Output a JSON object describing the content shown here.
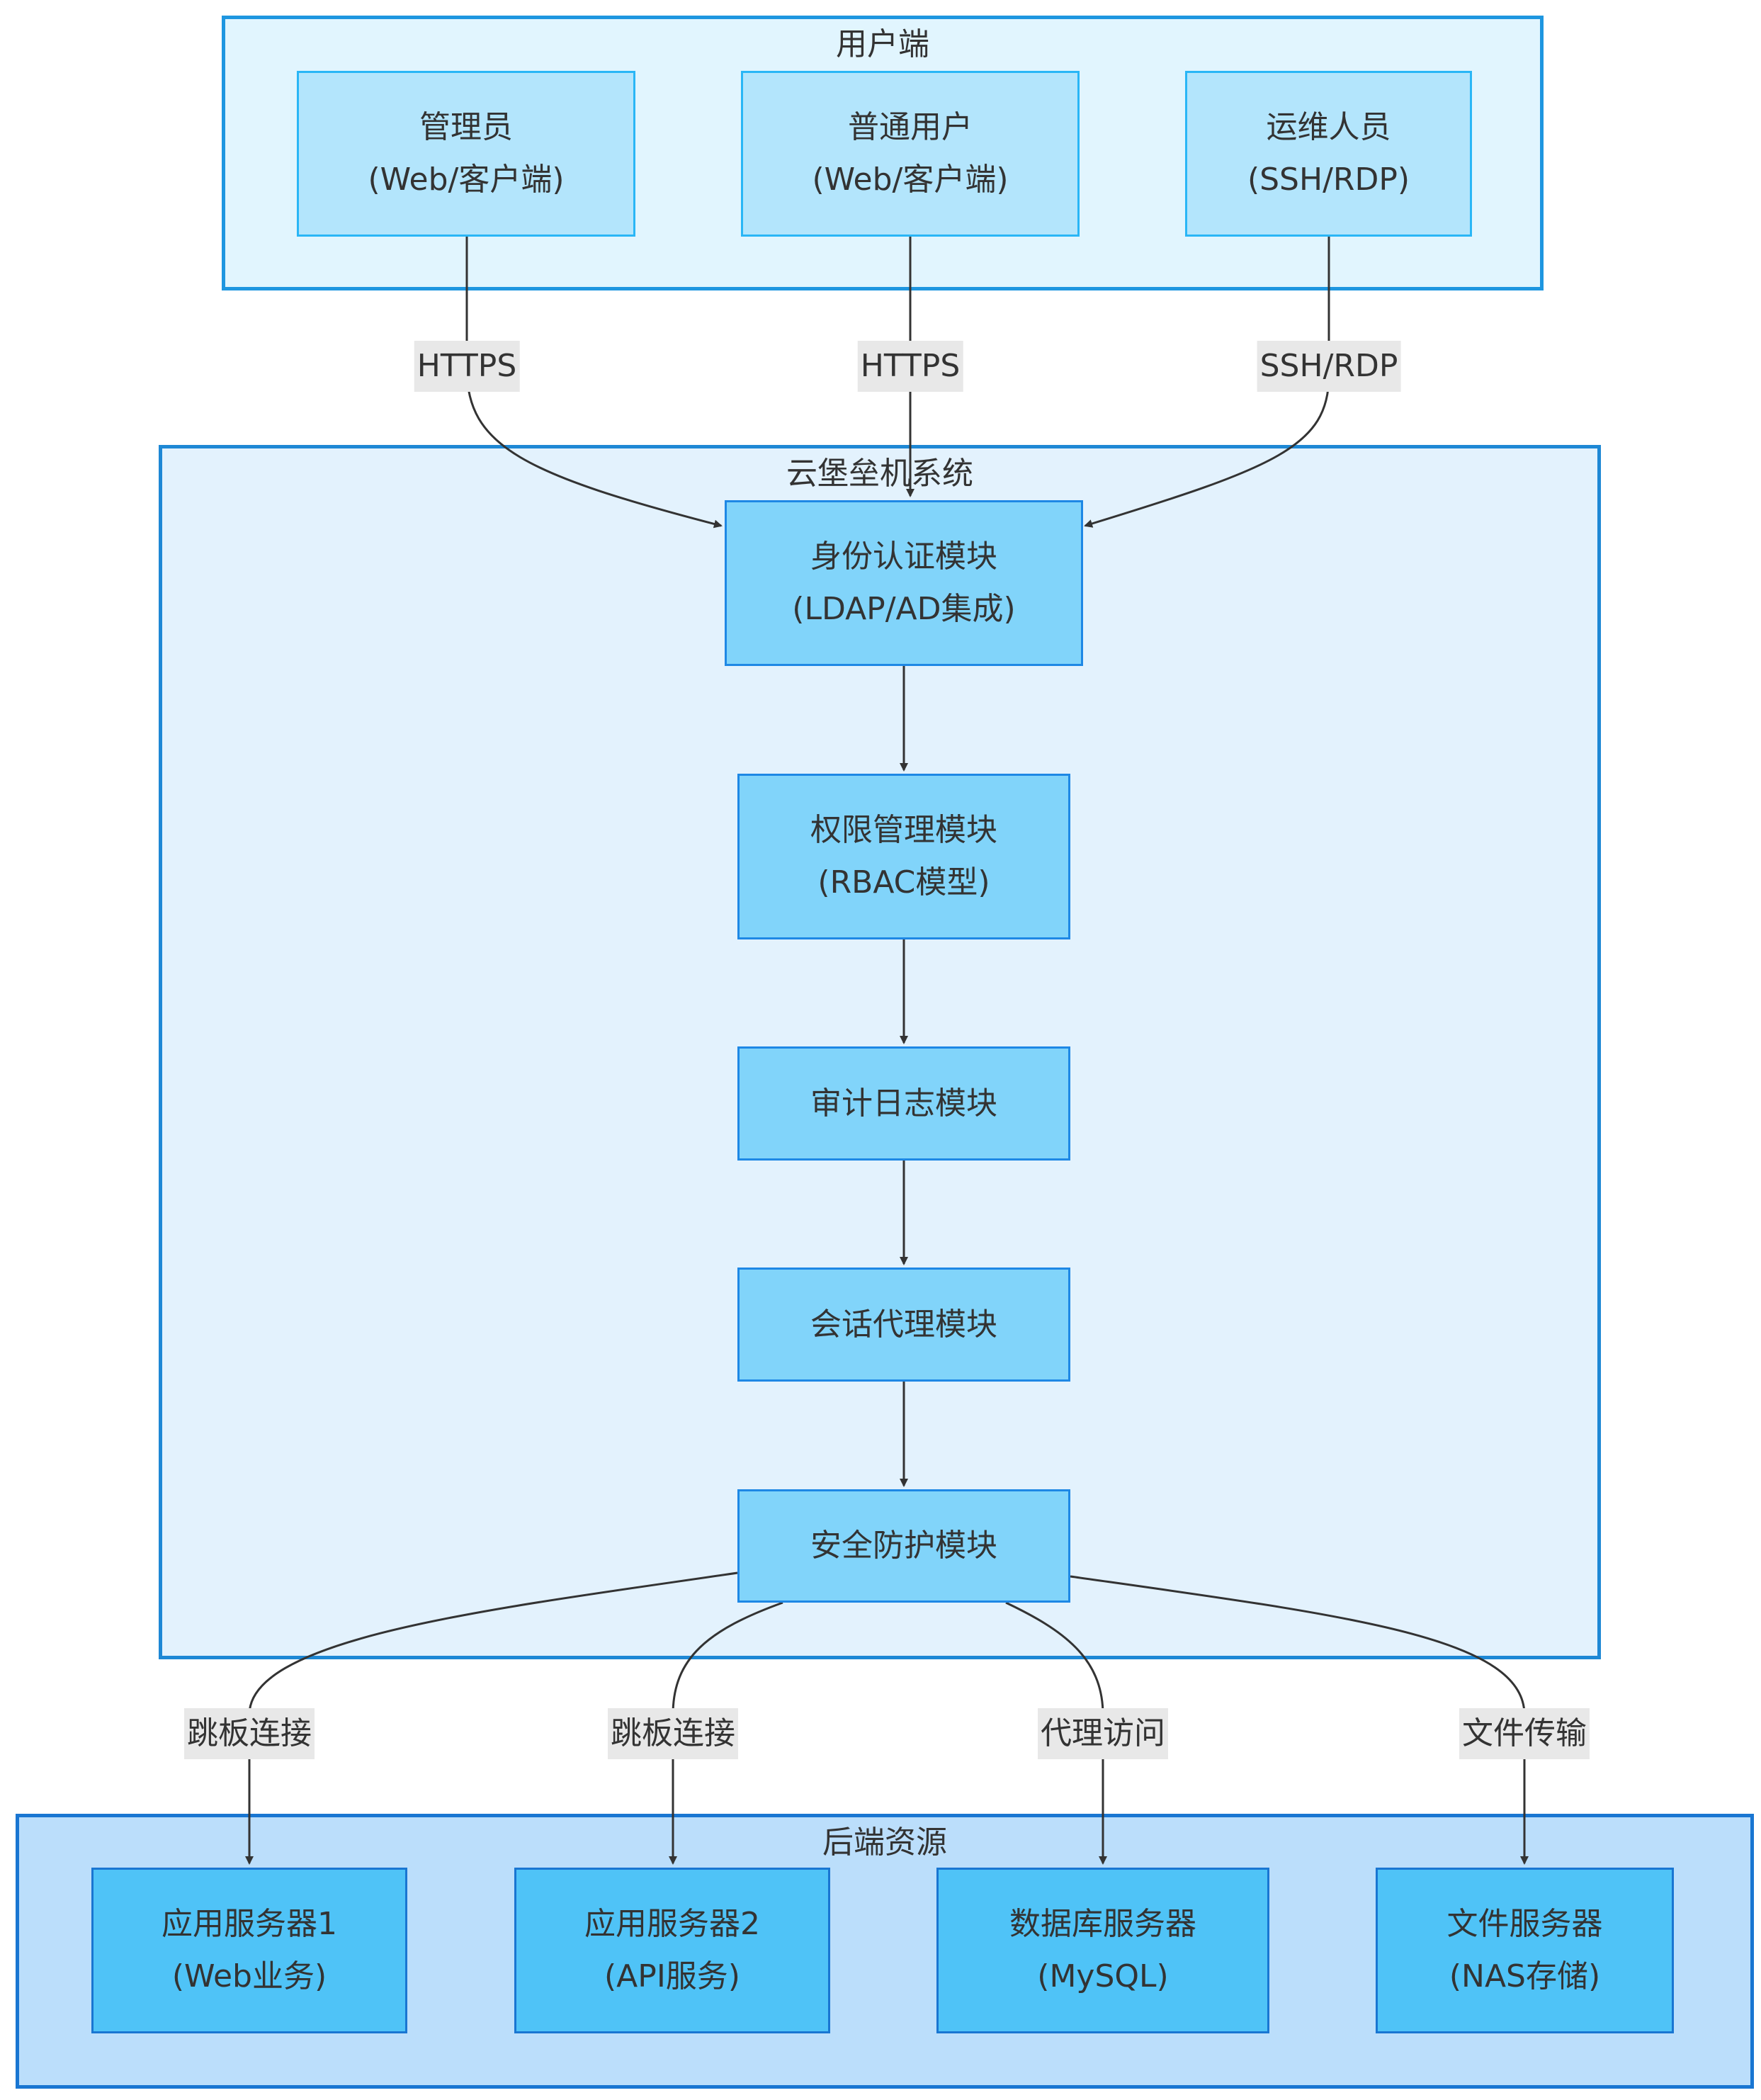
{
  "colors": {
    "group_user_fill": "#e1f5fe",
    "group_user_border": "#1e96e0",
    "group_system_fill": "#e3f2fd",
    "group_system_border": "#1e88d5",
    "group_backend_fill": "#bbdefb",
    "group_backend_border": "#1976d2",
    "node_user_fill": "#b3e5fc",
    "node_user_border": "#29b6f6",
    "node_system_fill": "#81d4fa",
    "node_system_border": "#1e88e5",
    "node_backend_fill": "#4fc3f7",
    "node_backend_border": "#1976d2",
    "edge": "#333333",
    "edge_label_bg": "#e8e8e8"
  },
  "groups": {
    "user": {
      "title": "用户端"
    },
    "system": {
      "title": "云堡垒机系统"
    },
    "backend": {
      "title": "后端资源"
    }
  },
  "nodes": {
    "admin": {
      "line1": "管理员",
      "line2": "(Web/客户端)"
    },
    "normal_user": {
      "line1": "普通用户",
      "line2": "(Web/客户端)"
    },
    "ops": {
      "line1": "运维人员",
      "line2": "(SSH/RDP)"
    },
    "auth": {
      "line1": "身份认证模块",
      "line2": "(LDAP/AD集成)"
    },
    "perm": {
      "line1": "权限管理模块",
      "line2": "(RBAC模型)"
    },
    "audit": {
      "line1": "审计日志模块"
    },
    "session": {
      "line1": "会话代理模块"
    },
    "security": {
      "line1": "安全防护模块"
    },
    "app1": {
      "line1": "应用服务器1",
      "line2": "(Web业务)"
    },
    "app2": {
      "line1": "应用服务器2",
      "line2": "(API服务)"
    },
    "db": {
      "line1": "数据库服务器",
      "line2": "(MySQL)"
    },
    "file": {
      "line1": "文件服务器",
      "line2": "(NAS存储)"
    }
  },
  "edge_labels": {
    "admin_auth": "HTTPS",
    "user_auth": "HTTPS",
    "ops_auth": "SSH/RDP",
    "sec_app1": "跳板连接",
    "sec_app2": "跳板连接",
    "sec_db": "代理访问",
    "sec_file": "文件传输"
  }
}
